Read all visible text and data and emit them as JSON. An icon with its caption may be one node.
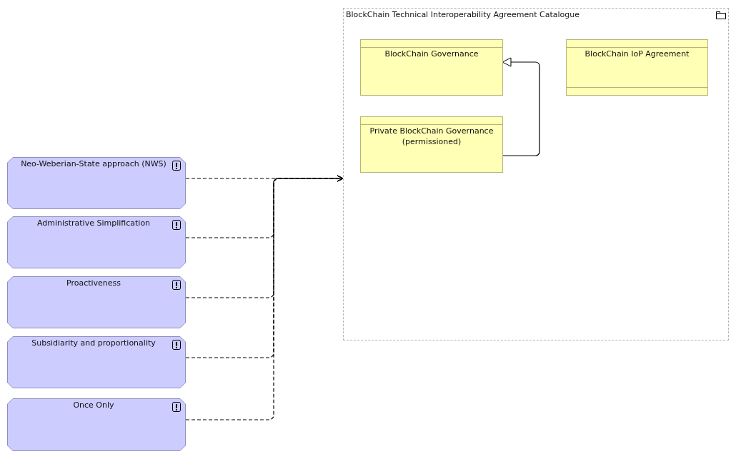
{
  "diagram": {
    "nodes": [
      {
        "text": [
          "BlockChain Technical Interoperability Agreement Catalogue"
        ]
      },
      {
        "text": [
          "BlockChain Governance"
        ],
        "in": 0
      },
      {
        "text": [
          "BlockChain IoP Agreement"
        ],
        "in": 0
      },
      {
        "text": [
          "Private BlockChain Governance (permissioned)"
        ],
        "in": 0
      },
      {
        "text": [
          "Neo-Weberian-State approach (NWS)"
        ]
      },
      {
        "text": [
          "Administrative Simplification"
        ]
      },
      {
        "text": [
          "Proactiveness"
        ]
      },
      {
        "text": [
          "Subsidiarity and proportionality"
        ]
      },
      {
        "text": [
          "Once Only"
        ]
      }
    ],
    "edges": [
      {
        "from": 3,
        "to": 1,
        "arrow": "to"
      },
      {
        "from": 4,
        "to": 0,
        "arrow": "to",
        "style": "dashed"
      },
      {
        "from": 5,
        "to": 0,
        "arrow": "to",
        "style": "dashed"
      },
      {
        "from": 6,
        "to": 0,
        "arrow": "to",
        "style": "dashed"
      },
      {
        "from": 7,
        "to": 0,
        "arrow": "to",
        "style": "dashed"
      },
      {
        "from": 8,
        "to": 0,
        "arrow": "to",
        "style": "dashed"
      }
    ]
  }
}
